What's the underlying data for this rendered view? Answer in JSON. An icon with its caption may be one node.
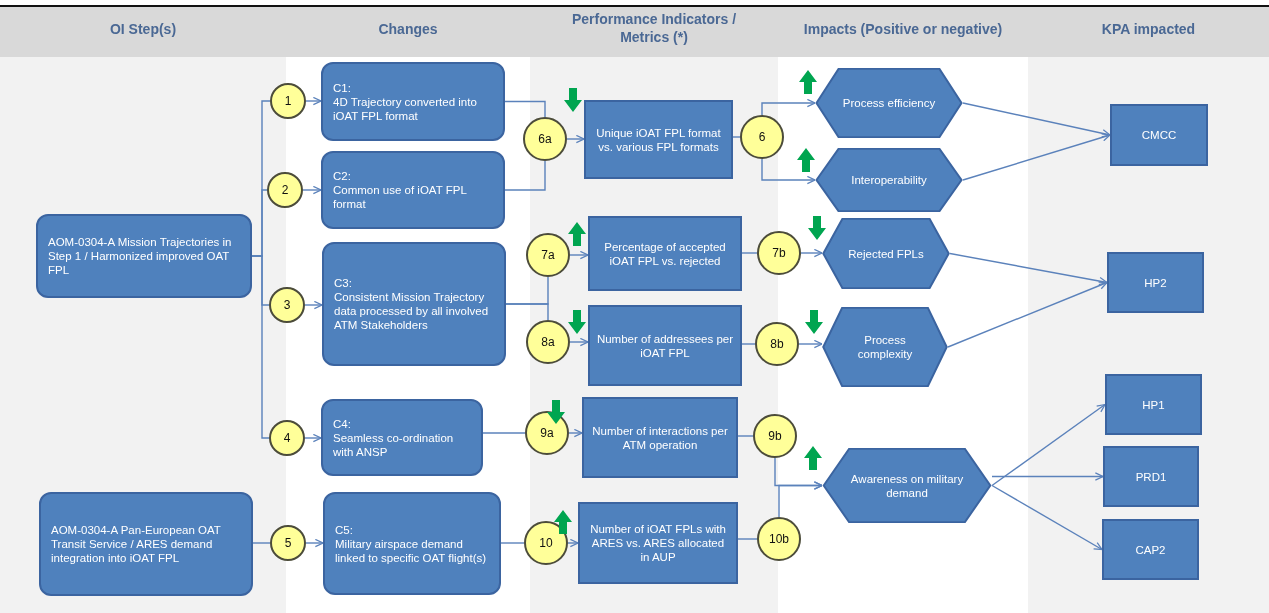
{
  "diagram": {
    "nodes": [
      {
        "text": [
          "AOM-0304-A Mission Trajectories in Step 1 / Harmonized improved OAT FPL"
        ]
      },
      {
        "text": [
          "AOM-0304-A Pan-European OAT Transit Service / ARES demand integration into iOAT FPL"
        ]
      },
      {
        "text": [
          "1"
        ]
      },
      {
        "text": [
          "2"
        ]
      },
      {
        "text": [
          "3"
        ]
      },
      {
        "text": [
          "4"
        ]
      },
      {
        "text": [
          "5"
        ]
      },
      {
        "text": [
          "C1:",
          "4D Trajectory converted into iOAT FPL format"
        ]
      },
      {
        "text": [
          "C2:",
          "Common use of iOAT FPL format"
        ]
      },
      {
        "text": [
          "C3:",
          "Consistent Mission Trajectory data processed by all involved ATM Stakeholders"
        ]
      },
      {
        "text": [
          "C4:",
          "Seamless co-ordination with ANSP"
        ]
      },
      {
        "text": [
          "C5:",
          "Military airspace demand linked to specific OAT flight(s)"
        ]
      },
      {
        "text": [
          "6a"
        ]
      },
      {
        "text": [
          "7a"
        ]
      },
      {
        "text": [
          "8a"
        ]
      },
      {
        "text": [
          "9a"
        ]
      },
      {
        "text": [
          "10"
        ]
      },
      {
        "text": [
          "Unique iOAT FPL format vs. various FPL formats"
        ]
      },
      {
        "text": [
          "Percentage of accepted iOAT FPL vs. rejected"
        ]
      },
      {
        "text": [
          "Number of addressees per iOAT FPL"
        ]
      },
      {
        "text": [
          "Number of interactions per ATM operation"
        ]
      },
      {
        "text": [
          "Number of iOAT FPLs with ARES vs. ARES allocated in AUP"
        ]
      },
      {
        "text": [
          "6"
        ]
      },
      {
        "text": [
          "7b"
        ]
      },
      {
        "text": [
          "8b"
        ]
      },
      {
        "text": [
          "9b"
        ]
      },
      {
        "text": [
          "10b"
        ]
      },
      {
        "text": [
          "Process efficiency"
        ]
      },
      {
        "text": [
          "Interoperability"
        ]
      },
      {
        "text": [
          "Rejected FPLs"
        ]
      },
      {
        "text": [
          "Process complexity"
        ]
      },
      {
        "text": [
          "Awareness on military demand"
        ]
      },
      {
        "text": [
          "CMCC"
        ]
      },
      {
        "text": [
          "HP2"
        ]
      },
      {
        "text": [
          "HP1"
        ]
      },
      {
        "text": [
          "PRD1"
        ]
      },
      {
        "text": [
          "CAP2"
        ]
      }
    ],
    "edges": [
      {
        "from": 0,
        "to": 2,
        "arrow": "none"
      },
      {
        "from": 0,
        "to": 3,
        "arrow": "none"
      },
      {
        "from": 0,
        "to": 4,
        "arrow": "none"
      },
      {
        "from": 0,
        "to": 5,
        "arrow": "none"
      },
      {
        "from": 1,
        "to": 6,
        "arrow": "none"
      },
      {
        "from": 2,
        "to": 7,
        "arrow": "to"
      },
      {
        "from": 3,
        "to": 8,
        "arrow": "to"
      },
      {
        "from": 4,
        "to": 9,
        "arrow": "to"
      },
      {
        "from": 5,
        "to": 10,
        "arrow": "to"
      },
      {
        "from": 6,
        "to": 11,
        "arrow": "to"
      },
      {
        "from": 7,
        "to": 12,
        "arrow": "none"
      },
      {
        "from": 8,
        "to": 12,
        "arrow": "none"
      },
      {
        "from": 9,
        "to": 13,
        "arrow": "none"
      },
      {
        "from": 9,
        "to": 14,
        "arrow": "none"
      },
      {
        "from": 10,
        "to": 15,
        "arrow": "none"
      },
      {
        "from": 11,
        "to": 16,
        "arrow": "none"
      },
      {
        "from": 12,
        "to": 17,
        "arrow": "to"
      },
      {
        "from": 13,
        "to": 18,
        "arrow": "to"
      },
      {
        "from": 14,
        "to": 19,
        "arrow": "to"
      },
      {
        "from": 15,
        "to": 20,
        "arrow": "to"
      },
      {
        "from": 16,
        "to": 21,
        "arrow": "to"
      },
      {
        "from": 17,
        "to": 22,
        "arrow": "none"
      },
      {
        "from": 18,
        "to": 23,
        "arrow": "none"
      },
      {
        "from": 19,
        "to": 24,
        "arrow": "none"
      },
      {
        "from": 20,
        "to": 25,
        "arrow": "none"
      },
      {
        "from": 21,
        "to": 26,
        "arrow": "none"
      },
      {
        "from": 22,
        "to": 27,
        "arrow": "to"
      },
      {
        "from": 22,
        "to": 28,
        "arrow": "to"
      },
      {
        "from": 23,
        "to": 29,
        "arrow": "to"
      },
      {
        "from": 24,
        "to": 30,
        "arrow": "to"
      },
      {
        "from": 25,
        "to": 31,
        "arrow": "to"
      },
      {
        "from": 26,
        "to": 31,
        "arrow": "to"
      },
      {
        "from": 27,
        "to": 32,
        "arrow": "to"
      },
      {
        "from": 28,
        "to": 32,
        "arrow": "to"
      },
      {
        "from": 29,
        "to": 33,
        "arrow": "to"
      },
      {
        "from": 30,
        "to": 33,
        "arrow": "to"
      },
      {
        "from": 31,
        "to": 34,
        "arrow": "to"
      },
      {
        "from": 31,
        "to": 35,
        "arrow": "to"
      },
      {
        "from": 31,
        "to": 36,
        "arrow": "to"
      }
    ],
    "labels": [
      "OI Step(s)",
      "Changes",
      "Performance Indicators / Metrics (*)",
      "Impacts (Positive or negative)",
      "KPA impacted"
    ]
  }
}
